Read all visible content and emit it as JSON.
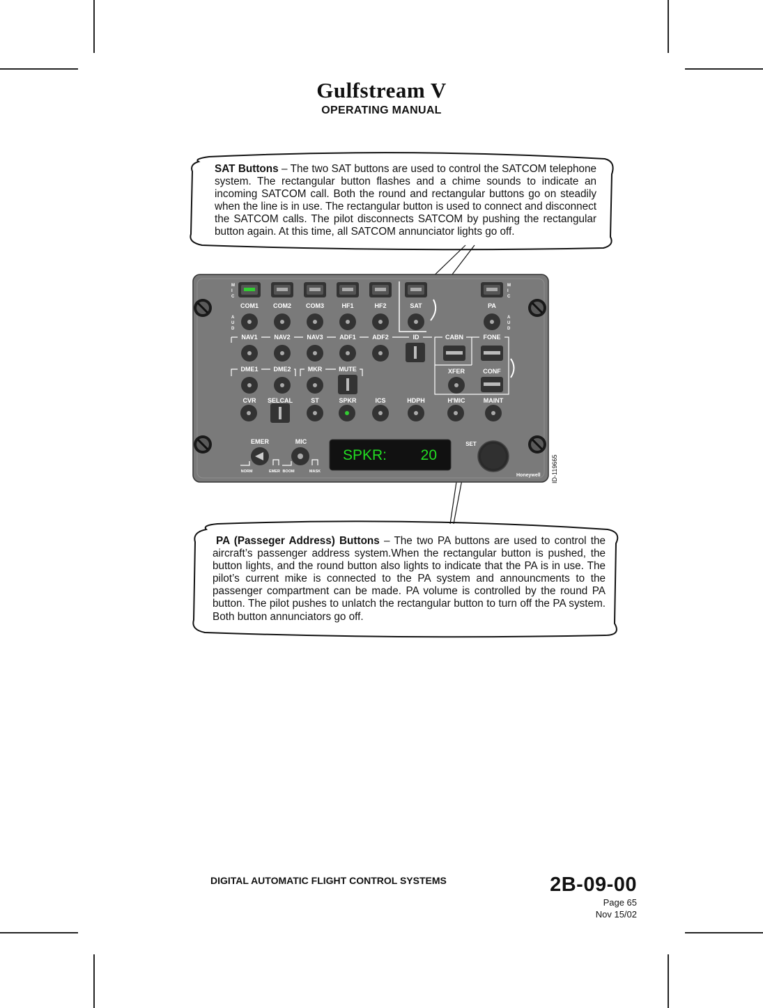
{
  "header": {
    "title": "Gulfstream V",
    "subtitle": "OPERATING MANUAL"
  },
  "sat_callout": {
    "heading": "SAT Buttons",
    "dash": " – ",
    "body": "The two SAT buttons are used to control the SATCOM telephone system. The rectangular button flashes and a chime sounds to indicate an incoming SATCOM call. Both the round and rectangular buttons go on steadily when the line is in use. The rectangular button is used to connect and disconnect the SATCOM calls. The pilot disconnects SATCOM by pushing the rectangular button again. At this time, all SATCOM annunciator lights go off."
  },
  "pa_callout": {
    "heading": "PA (Passeger Address) Buttons",
    "dash": " – ",
    "body": "The two PA buttons are used to control the aircraft’s passenger address system.When the rectangular button is pushed, the button lights, and the round button also lights to indicate that the PA is in use. The pilot’s current mike is connected to the PA system and announcments to the passenger compartment can be made. PA volume is controlled by the round PA button. The pilot pushes to unlatch the rectangular button to turn off the PA system. Both button annunciators go off."
  },
  "panel": {
    "mic_letters": [
      "M",
      "I",
      "C"
    ],
    "aud_letters": [
      "A",
      "U",
      "D"
    ],
    "row1_labels": [
      "COM1",
      "COM2",
      "COM3",
      "HF1",
      "HF2",
      "SAT",
      "PA"
    ],
    "row2_labels": [
      "NAV1",
      "NAV2",
      "NAV3",
      "ADF1",
      "ADF2",
      "ID",
      "CABN",
      "FONE"
    ],
    "row3_labels": [
      "DME1",
      "DME2",
      "MKR",
      "MUTE",
      "XFER",
      "CONF"
    ],
    "row4_labels": [
      "CVR",
      "SELCAL",
      "ST",
      "SPKR",
      "ICS",
      "HDPH",
      "H'MIC",
      "MAINT"
    ],
    "bottom_labels": {
      "emer": "EMER",
      "mic": "MIC",
      "set": "SET",
      "norm": "NORM",
      "emer_small": "EMER",
      "boom": "BOOM",
      "mask": "MASK"
    },
    "display": {
      "label": "SPKR:",
      "value": "20"
    },
    "brand": "Honeywell",
    "figure_id": "ID-119665",
    "colors": {
      "panel": "#7a7a7a",
      "display_text": "#22dd22",
      "lit": "#33cc33"
    }
  },
  "footer": {
    "section_title": "DIGITAL AUTOMATIC FLIGHT CONTROL SYSTEMS",
    "doc_code": "2B-09-00",
    "page": "Page 65",
    "date": "Nov 15/02"
  }
}
